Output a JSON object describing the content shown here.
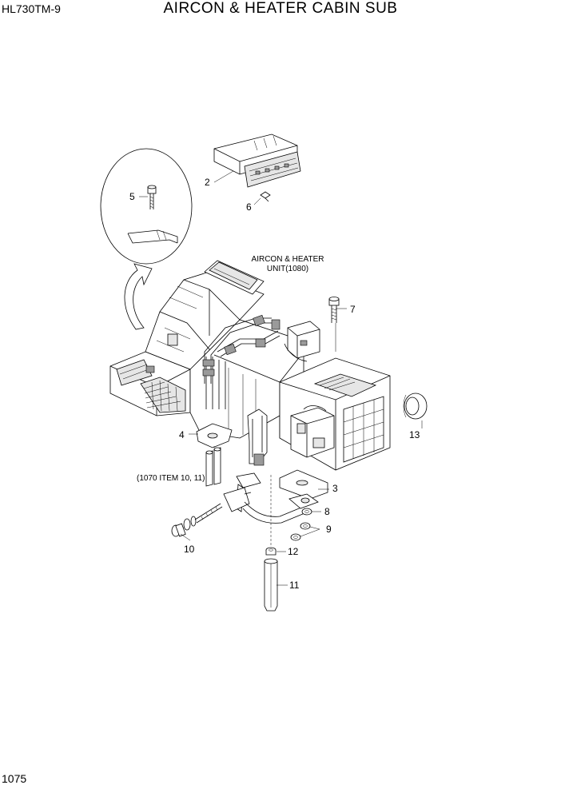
{
  "header": {
    "model": "HL730TM-9",
    "title": "AIRCON & HEATER CABIN SUB"
  },
  "footer": {
    "page_number": "1075"
  },
  "callouts": {
    "unit_label_line1": "AIRCON & HEATER",
    "unit_label_line2": "UNIT(1080)",
    "reference_note": "(1070 ITEM 10, 11)"
  },
  "parts": [
    {
      "id": "1",
      "label": "2"
    },
    {
      "id": "2",
      "label": "5"
    },
    {
      "id": "3",
      "label": "6"
    },
    {
      "id": "4",
      "label": "7"
    },
    {
      "id": "5",
      "label": "4"
    },
    {
      "id": "6",
      "label": "13"
    },
    {
      "id": "7",
      "label": "3"
    },
    {
      "id": "8",
      "label": "8"
    },
    {
      "id": "9",
      "label": "9"
    },
    {
      "id": "10",
      "label": "10"
    },
    {
      "id": "11",
      "label": "12"
    },
    {
      "id": "12",
      "label": "11"
    }
  ]
}
